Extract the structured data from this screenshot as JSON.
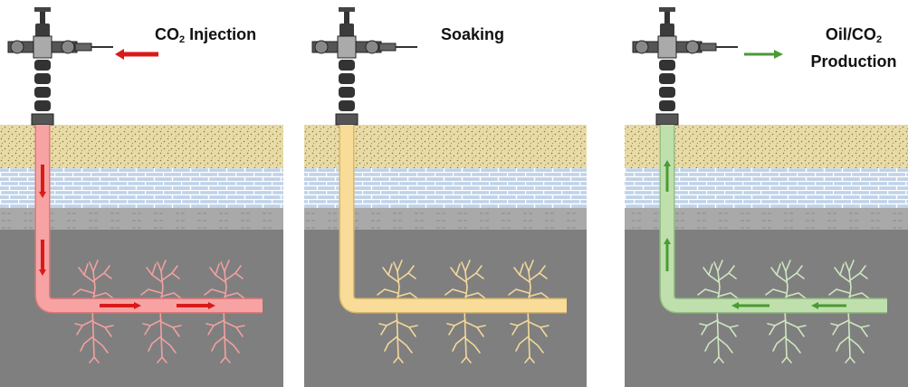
{
  "panels": [
    {
      "id": "injection",
      "label_pre": "CO",
      "label_sub": "2",
      "label_post": " Injection",
      "line2_pre": "",
      "line2_sub": "",
      "line2_post": "",
      "pipe_color": "#f7a3a3",
      "pipe_stroke": "#e07a7a",
      "arrow_color": "#d91a1a",
      "fracture_color": "#f2a0a0",
      "flow": "in"
    },
    {
      "id": "soaking",
      "label_pre": "Soaking",
      "label_sub": "",
      "label_post": "",
      "line2_pre": "",
      "line2_sub": "",
      "line2_post": "",
      "pipe_color": "#f8dc98",
      "pipe_stroke": "#d9b870",
      "arrow_color": "",
      "fracture_color": "#f3d89a",
      "flow": "none"
    },
    {
      "id": "production",
      "label_pre": "Oil/CO",
      "label_sub": "2",
      "label_post": "",
      "line2_pre": "Production",
      "line2_sub": "",
      "line2_post": "",
      "pipe_color": "#bfe0ad",
      "pipe_stroke": "#94c083",
      "arrow_color": "#4a9a35",
      "fracture_color": "#cfe6c0",
      "flow": "out"
    }
  ],
  "layers": {
    "sand": "#e6d9a2",
    "brick": "#b9cde3",
    "shale": "#a8a8a8",
    "reservoir": "#7f7f7f"
  }
}
